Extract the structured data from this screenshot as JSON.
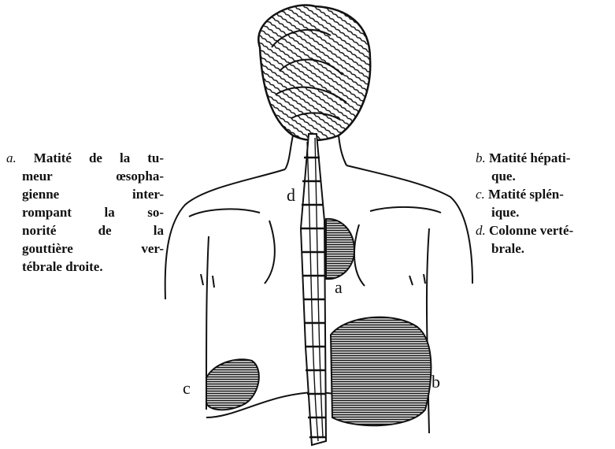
{
  "left_caption": {
    "letter": "a.",
    "lines": [
      "Matité de la tu-",
      "meur œsopha-",
      "gienne inter-",
      "rompant la so-",
      "norité de la",
      "gouttière ver-",
      "tébrale droite."
    ]
  },
  "right_caption": {
    "items": [
      {
        "letter": "b.",
        "lines": [
          "Matité hépati-",
          "que."
        ]
      },
      {
        "letter": "c.",
        "lines": [
          "Matité splén-",
          "ique."
        ]
      },
      {
        "letter": "d.",
        "lines": [
          "Colonne verté-",
          "brale."
        ]
      }
    ]
  },
  "figure_labels": {
    "a": "a",
    "b": "b",
    "c": "c",
    "d": "d"
  }
}
